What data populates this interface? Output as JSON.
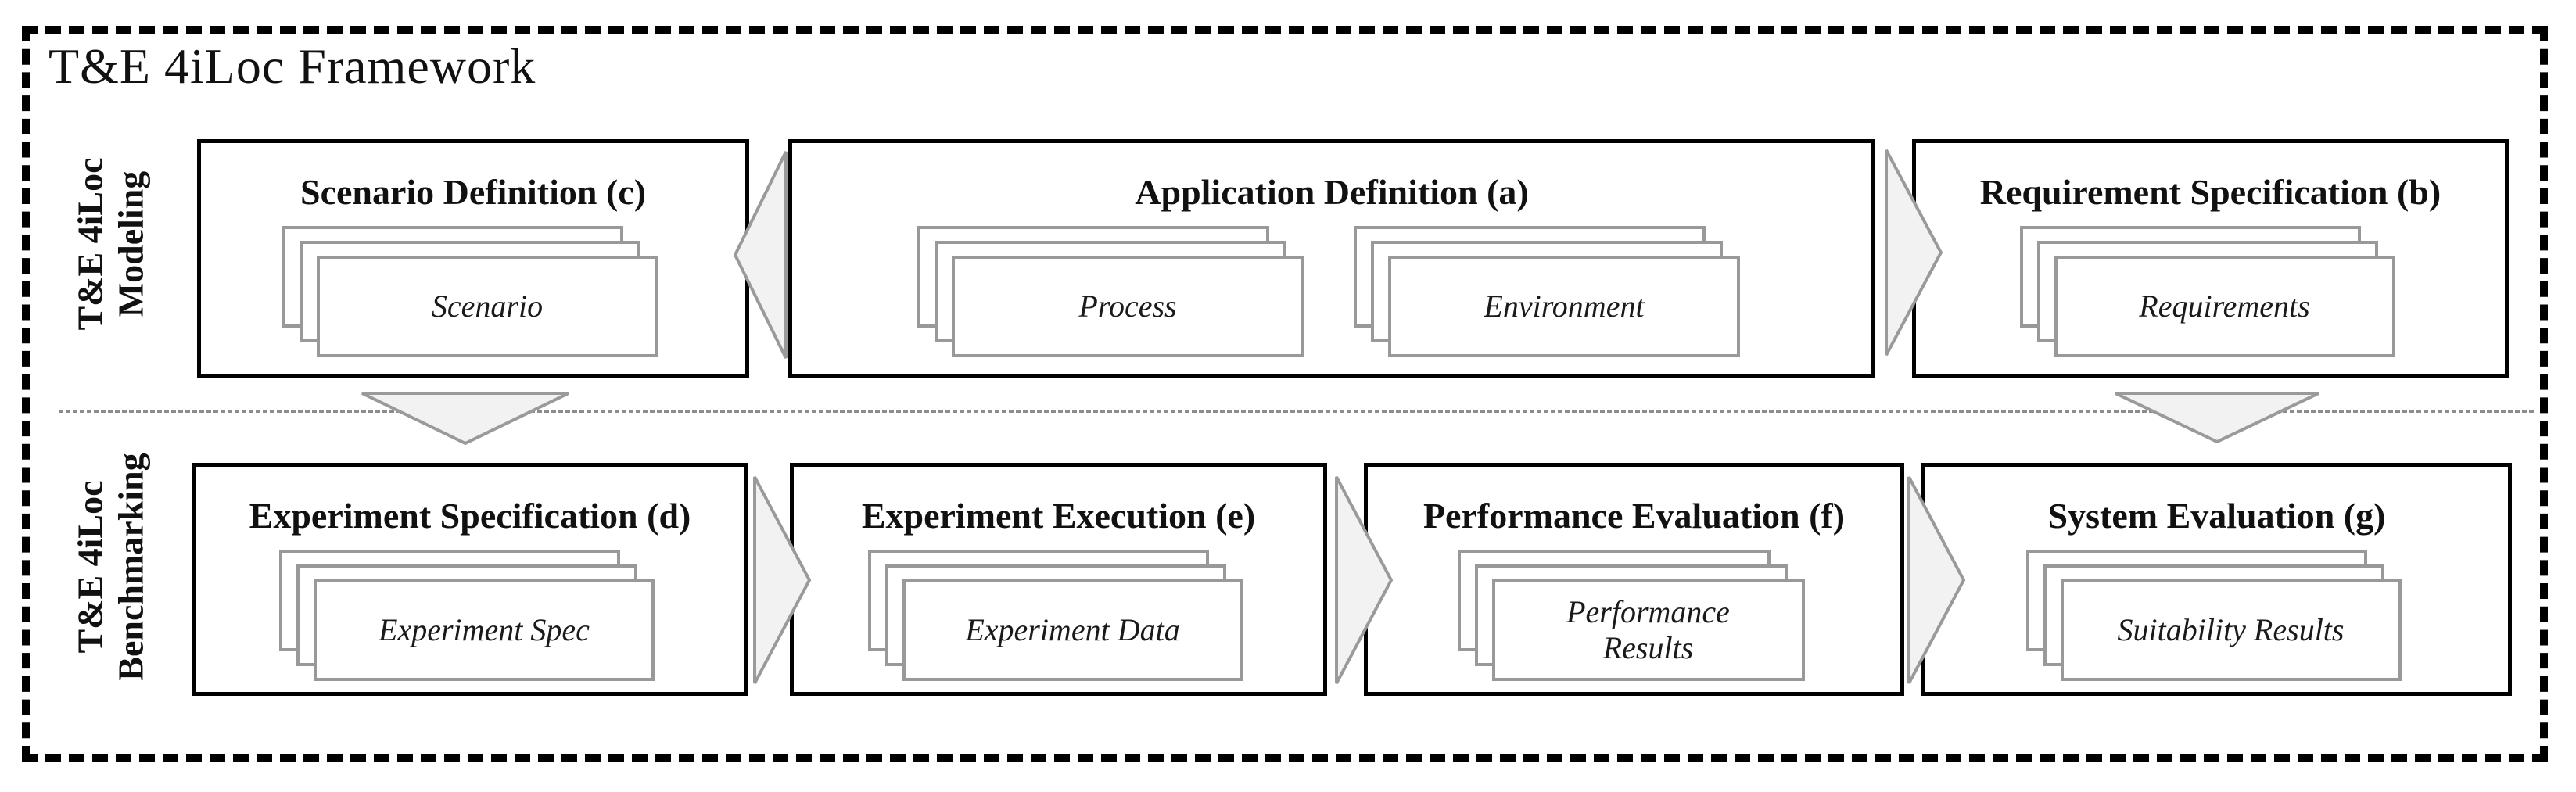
{
  "framework": {
    "title": "T&E 4iLoc Framework"
  },
  "modeling": {
    "side_label": {
      "line1": "T&E 4iLoc",
      "line2": "Modeling"
    },
    "boxes": [
      {
        "id": "c",
        "title": "Scenario Definition (c)",
        "cards": [
          "Scenario"
        ]
      },
      {
        "id": "a",
        "title": "Application Definition (a)",
        "cards": [
          "Process",
          "Environment"
        ]
      },
      {
        "id": "b",
        "title": "Requirement Specification (b)",
        "cards": [
          "Requirements"
        ]
      }
    ]
  },
  "benchmarking": {
    "side_label": {
      "line1": "T&E 4iLoc",
      "line2": "Benchmarking"
    },
    "boxes": [
      {
        "id": "d",
        "title": "Experiment Specification (d)",
        "cards": [
          "Experiment Spec"
        ]
      },
      {
        "id": "e",
        "title": "Experiment Execution (e)",
        "cards": [
          "Experiment Data"
        ]
      },
      {
        "id": "f",
        "title": "Performance Evaluation (f)",
        "cards": [
          "Performance Results"
        ]
      },
      {
        "id": "g",
        "title": "System Evaluation (g)",
        "cards": [
          "Suitability Results"
        ]
      }
    ]
  },
  "arrows": [
    {
      "name": "application-to-scenario",
      "direction": "left"
    },
    {
      "name": "application-to-requirement",
      "direction": "right"
    },
    {
      "name": "scenario-to-experiment-spec",
      "direction": "down"
    },
    {
      "name": "requirement-to-system-evaluation",
      "direction": "down"
    },
    {
      "name": "experiment-spec-to-execution",
      "direction": "right"
    },
    {
      "name": "execution-to-performance",
      "direction": "right"
    },
    {
      "name": "performance-to-system",
      "direction": "right"
    }
  ],
  "colors": {
    "box_border": "#000000",
    "card_border": "#999999",
    "arrow_fill": "#f2f2f2",
    "arrow_stroke": "#9a9a9a",
    "divider": "#8c8c8c"
  }
}
